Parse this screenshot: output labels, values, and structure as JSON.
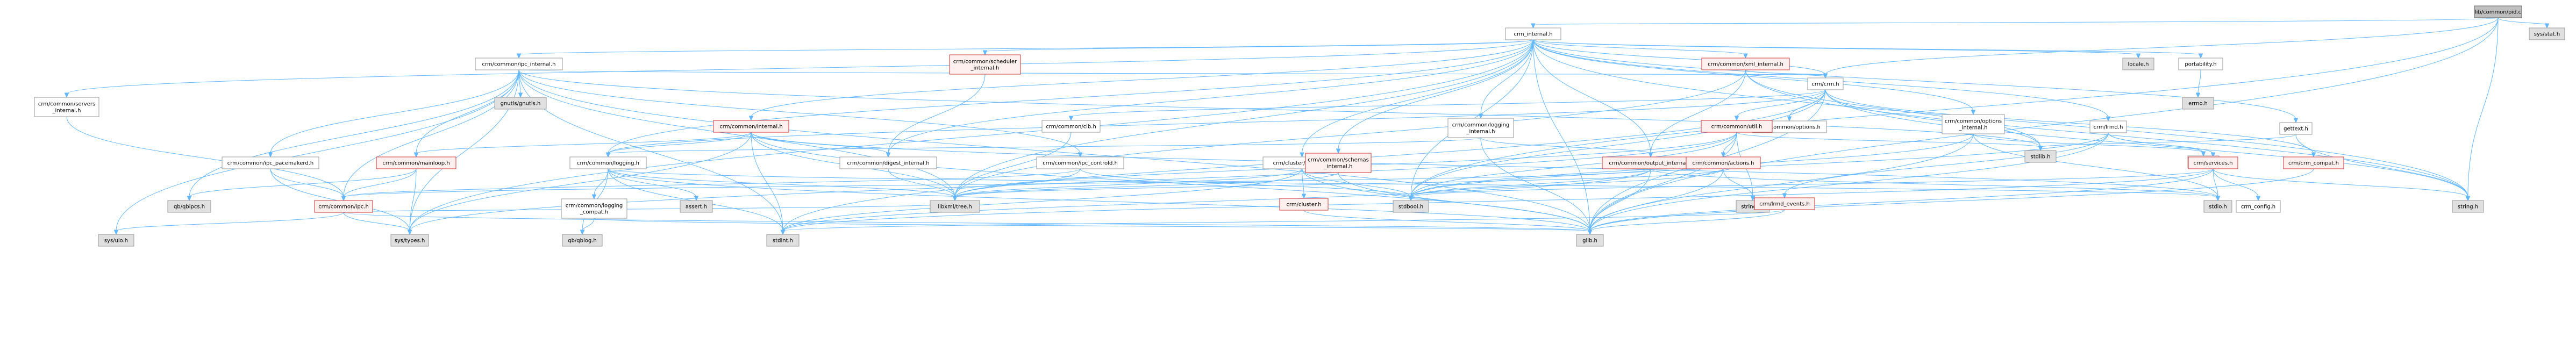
{
  "title": "",
  "nodes": [
    {
      "id": "root",
      "label": "lib/common/pid.c",
      "style": "root"
    },
    {
      "id": "crm_internal",
      "label": "crm_internal.h",
      "style": "normal"
    },
    {
      "id": "sys_stat",
      "label": "sys/stat.h",
      "style": "gray"
    },
    {
      "id": "crm_ipc_internal",
      "label": "crm/common/ipc_internal.h",
      "style": "normal"
    },
    {
      "id": "sched_internal",
      "label": "crm/common/scheduler\n_internal.h",
      "style": "red"
    },
    {
      "id": "xml_internal",
      "label": "crm/common/xml_internal.h",
      "style": "red"
    },
    {
      "id": "locale",
      "label": "locale.h",
      "style": "gray"
    },
    {
      "id": "portability",
      "label": "portability.h",
      "style": "normal"
    },
    {
      "id": "servers_internal",
      "label": "crm/common/servers\n_internal.h",
      "style": "normal"
    },
    {
      "id": "gnutls",
      "label": "gnutls/gnutls.h",
      "style": "gray"
    },
    {
      "id": "crm_crm",
      "label": "crm/crm.h",
      "style": "normal"
    },
    {
      "id": "errno",
      "label": "errno.h",
      "style": "gray"
    },
    {
      "id": "common_internal",
      "label": "crm/common/internal.h",
      "style": "red"
    },
    {
      "id": "cib",
      "label": "crm/common/cib.h",
      "style": "normal"
    },
    {
      "id": "logging_internal",
      "label": "crm/common/logging\n_internal.h",
      "style": "normal"
    },
    {
      "id": "options",
      "label": "crm/common/options.h",
      "style": "normal"
    },
    {
      "id": "options_internal",
      "label": "crm/common/options\n_internal.h",
      "style": "normal"
    },
    {
      "id": "lrmd",
      "label": "crm/lrmd.h",
      "style": "normal"
    },
    {
      "id": "gettext",
      "label": "gettext.h",
      "style": "normal"
    },
    {
      "id": "pacemakerd",
      "label": "crm/common/ipc_pacemakerd.h",
      "style": "normal"
    },
    {
      "id": "mainloop",
      "label": "crm/common/mainloop.h",
      "style": "red"
    },
    {
      "id": "common_logging",
      "label": "crm/common/logging.h",
      "style": "normal"
    },
    {
      "id": "digest_internal",
      "label": "crm/common/digest_internal.h",
      "style": "normal"
    },
    {
      "id": "controld",
      "label": "crm/common/ipc_controld.h",
      "style": "normal"
    },
    {
      "id": "cluster_internal",
      "label": "crm/cluster/internal.h",
      "style": "normal"
    },
    {
      "id": "schemas_internal",
      "label": "crm/common/schemas\n_internal.h",
      "style": "red"
    },
    {
      "id": "crm_util",
      "label": "crm/common/util.h",
      "style": "red"
    },
    {
      "id": "output_internal",
      "label": "crm/common/output_internal.h",
      "style": "red"
    },
    {
      "id": "stdlib",
      "label": "stdlib.h",
      "style": "gray"
    },
    {
      "id": "config",
      "label": "config.h",
      "style": "normal"
    },
    {
      "id": "services",
      "label": "crm/services.h",
      "style": "red"
    },
    {
      "id": "crm_compat",
      "label": "crm/crm_compat.h",
      "style": "red"
    },
    {
      "id": "qb_ipcs",
      "label": "qb/qbipcs.h",
      "style": "gray"
    },
    {
      "id": "crm_ipc",
      "label": "crm/common/ipc.h",
      "style": "red"
    },
    {
      "id": "logging_compat",
      "label": "crm/common/logging\n_compat.h",
      "style": "normal"
    },
    {
      "id": "assert",
      "label": "assert.h",
      "style": "gray"
    },
    {
      "id": "libxml_tree",
      "label": "libxml/tree.h",
      "style": "gray"
    },
    {
      "id": "crm_actions",
      "label": "crm/common/actions.h",
      "style": "red"
    },
    {
      "id": "crm_cluster",
      "label": "crm/cluster.h",
      "style": "red"
    },
    {
      "id": "stdbool",
      "label": "stdbool.h",
      "style": "gray"
    },
    {
      "id": "strings",
      "label": "strings.h",
      "style": "gray"
    },
    {
      "id": "lrmd_events",
      "label": "crm/lrmd_events.h",
      "style": "red"
    },
    {
      "id": "stdio",
      "label": "stdio.h",
      "style": "gray"
    },
    {
      "id": "crm_config",
      "label": "crm_config.h",
      "style": "normal"
    },
    {
      "id": "string",
      "label": "string.h",
      "style": "gray"
    },
    {
      "id": "sys_uio",
      "label": "sys/uio.h",
      "style": "gray"
    },
    {
      "id": "sys_types",
      "label": "sys/types.h",
      "style": "gray"
    },
    {
      "id": "qb_log",
      "label": "qb/qblog.h",
      "style": "gray"
    },
    {
      "id": "stdint",
      "label": "stdint.h",
      "style": "gray"
    },
    {
      "id": "glib",
      "label": "glib.h",
      "style": "gray"
    }
  ],
  "edges": [
    [
      "root",
      "crm_internal"
    ],
    [
      "root",
      "sys_stat"
    ],
    [
      "root",
      "crm_crm"
    ],
    [
      "root",
      "stdbool"
    ],
    [
      "root",
      "glib"
    ],
    [
      "root",
      "string"
    ],
    [
      "crm_internal",
      "crm_ipc_internal"
    ],
    [
      "crm_internal",
      "sched_internal"
    ],
    [
      "crm_internal",
      "xml_internal"
    ],
    [
      "crm_internal",
      "locale"
    ],
    [
      "crm_internal",
      "portability"
    ],
    [
      "crm_internal",
      "common_internal"
    ],
    [
      "crm_internal",
      "logging_internal"
    ],
    [
      "crm_internal",
      "options_internal"
    ],
    [
      "crm_internal",
      "lrmd"
    ],
    [
      "crm_internal",
      "gettext"
    ],
    [
      "crm_internal",
      "common_logging"
    ],
    [
      "crm_internal",
      "cluster_internal"
    ],
    [
      "crm_internal",
      "schemas_internal"
    ],
    [
      "crm_internal",
      "output_internal"
    ],
    [
      "crm_internal",
      "digest_internal"
    ],
    [
      "crm_internal",
      "libxml_tree"
    ],
    [
      "crm_internal",
      "stdbool"
    ],
    [
      "crm_internal",
      "crm_crm"
    ],
    [
      "crm_internal",
      "glib"
    ],
    [
      "crm_internal",
      "string"
    ],
    [
      "crm_internal",
      "servers_internal"
    ],
    [
      "crm_internal",
      "sys_types"
    ],
    [
      "portability",
      "errno"
    ],
    [
      "crm_ipc_internal",
      "gnutls"
    ],
    [
      "crm_ipc_internal",
      "crm_crm"
    ],
    [
      "crm_ipc_internal",
      "pacemakerd"
    ],
    [
      "crm_ipc_internal",
      "mainloop"
    ],
    [
      "crm_ipc_internal",
      "controld"
    ],
    [
      "crm_ipc_internal",
      "crm_ipc"
    ],
    [
      "crm_ipc_internal",
      "qb_ipcs"
    ],
    [
      "crm_ipc_internal",
      "libxml_tree"
    ],
    [
      "crm_ipc_internal",
      "sys_uio"
    ],
    [
      "crm_ipc_internal",
      "stdint"
    ],
    [
      "crm_ipc_internal",
      "sys_types"
    ],
    [
      "crm_ipc_internal",
      "stdlib"
    ],
    [
      "crm_ipc_internal",
      "glib"
    ],
    [
      "sched_internal",
      "digest_internal"
    ],
    [
      "xml_internal",
      "crm_crm"
    ],
    [
      "xml_internal",
      "output_internal"
    ],
    [
      "xml_internal",
      "stdlib"
    ],
    [
      "xml_internal",
      "libxml_tree"
    ],
    [
      "xml_internal",
      "string"
    ],
    [
      "servers_internal",
      "crm_ipc"
    ],
    [
      "crm_crm",
      "cib"
    ],
    [
      "crm_crm",
      "options"
    ],
    [
      "crm_crm",
      "crm_util"
    ],
    [
      "crm_crm",
      "crm_compat"
    ],
    [
      "crm_crm",
      "common_logging"
    ],
    [
      "crm_crm",
      "stdlib"
    ],
    [
      "crm_crm",
      "stdbool"
    ],
    [
      "crm_crm",
      "glib"
    ],
    [
      "crm_crm",
      "string"
    ],
    [
      "crm_crm",
      "stdint"
    ],
    [
      "common_internal",
      "mainloop"
    ],
    [
      "common_internal",
      "common_logging"
    ],
    [
      "common_internal",
      "digest_internal"
    ],
    [
      "common_internal",
      "libxml_tree"
    ],
    [
      "common_internal",
      "stdint"
    ],
    [
      "common_internal",
      "glib"
    ],
    [
      "common_internal",
      "stdio"
    ],
    [
      "common_internal",
      "sys_types"
    ],
    [
      "cib",
      "libxml_tree"
    ],
    [
      "logging_internal",
      "glib"
    ],
    [
      "logging_internal",
      "output_internal"
    ],
    [
      "logging_internal",
      "common_logging"
    ],
    [
      "options_internal",
      "glib"
    ],
    [
      "options_internal",
      "stdbool"
    ],
    [
      "options_internal",
      "stdio"
    ],
    [
      "options_internal",
      "config"
    ],
    [
      "lrmd",
      "services"
    ],
    [
      "lrmd",
      "lrmd_events"
    ],
    [
      "lrmd",
      "glib"
    ],
    [
      "lrmd",
      "stdbool"
    ],
    [
      "lrmd",
      "config"
    ],
    [
      "gettext",
      "stdlib"
    ],
    [
      "gettext",
      "string"
    ],
    [
      "pacemakerd",
      "crm_ipc"
    ],
    [
      "pacemakerd",
      "sys_types"
    ],
    [
      "mainloop",
      "crm_ipc"
    ],
    [
      "mainloop",
      "qb_ipcs"
    ],
    [
      "mainloop",
      "sys_types"
    ],
    [
      "common_logging",
      "logging_compat"
    ],
    [
      "common_logging",
      "assert"
    ],
    [
      "common_logging",
      "libxml_tree"
    ],
    [
      "common_logging",
      "glib"
    ],
    [
      "common_logging",
      "stdio"
    ],
    [
      "common_logging",
      "stdint"
    ],
    [
      "common_logging",
      "qb_log"
    ],
    [
      "logging_compat",
      "glib"
    ],
    [
      "logging_compat",
      "qb_log"
    ],
    [
      "digest_internal",
      "libxml_tree"
    ],
    [
      "controld",
      "crm_ipc"
    ],
    [
      "controld",
      "stdbool"
    ],
    [
      "controld",
      "libxml_tree"
    ],
    [
      "cluster_internal",
      "crm_cluster"
    ],
    [
      "cluster_internal",
      "glib"
    ],
    [
      "cluster_internal",
      "stdint"
    ],
    [
      "cluster_internal",
      "libxml_tree"
    ],
    [
      "cluster_internal",
      "stdbool"
    ],
    [
      "schemas_internal",
      "libxml_tree"
    ],
    [
      "schemas_internal",
      "glib"
    ],
    [
      "crm_util",
      "crm_actions"
    ],
    [
      "crm_util",
      "strings"
    ],
    [
      "crm_util",
      "sys_types"
    ],
    [
      "crm_util",
      "stdlib"
    ],
    [
      "crm_util",
      "stdbool"
    ],
    [
      "crm_util",
      "glib"
    ],
    [
      "crm_util",
      "libxml_tree"
    ],
    [
      "output_internal",
      "crm_ipc"
    ],
    [
      "output_internal",
      "stdbool"
    ],
    [
      "output_internal",
      "stdio"
    ],
    [
      "output_internal",
      "glib"
    ],
    [
      "output_internal",
      "stdint"
    ],
    [
      "crm_actions",
      "stdbool"
    ],
    [
      "crm_actions",
      "strings"
    ],
    [
      "crm_actions",
      "glib"
    ],
    [
      "crm_actions",
      "libxml_tree"
    ],
    [
      "crm_cluster",
      "glib"
    ],
    [
      "services",
      "crm_config"
    ],
    [
      "services",
      "stdio"
    ],
    [
      "services",
      "glib"
    ],
    [
      "services",
      "stdint"
    ],
    [
      "services",
      "string"
    ],
    [
      "services",
      "stdbool"
    ],
    [
      "crm_compat",
      "glib"
    ],
    [
      "crm_ipc",
      "sys_uio"
    ],
    [
      "crm_ipc",
      "sys_types"
    ],
    [
      "crm_ipc",
      "libxml_tree"
    ],
    [
      "crm_ipc",
      "glib"
    ],
    [
      "lrmd_events",
      "glib"
    ],
    [
      "lrmd_events",
      "stdint"
    ]
  ]
}
